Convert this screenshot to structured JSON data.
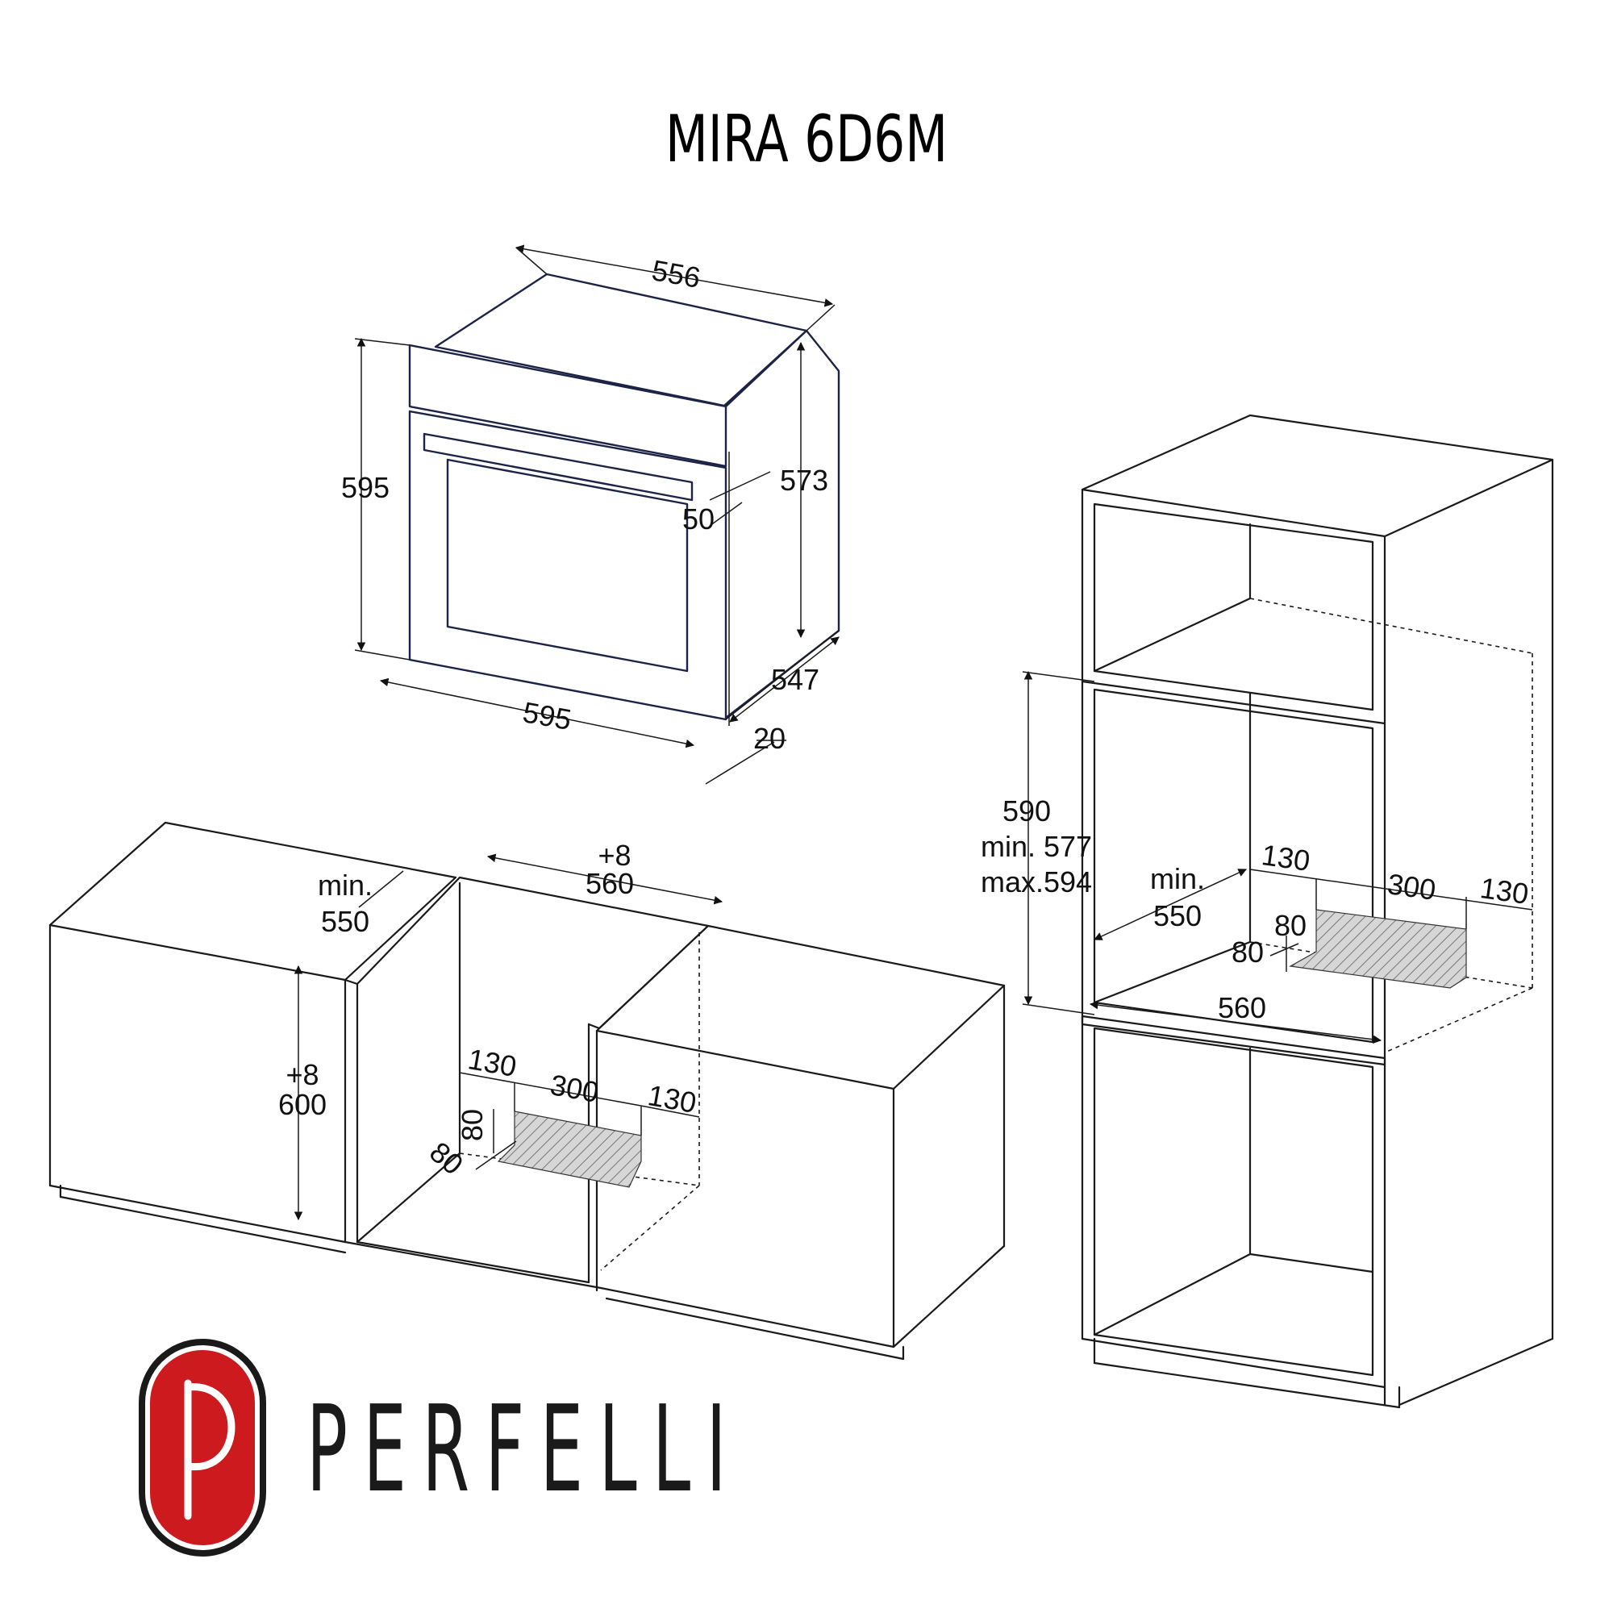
{
  "title": "MIRA 6D6M",
  "brand": {
    "name": "PERFELLI",
    "logo_letter": "P",
    "colors": {
      "red": "#cc1a1f",
      "dark": "#1a1a1a",
      "white": "#ffffff"
    }
  },
  "oven": {
    "depth_top": "556",
    "height": "595",
    "height_body": "573",
    "handle": "50",
    "width": "595",
    "depth_body": "547",
    "front": "20"
  },
  "base_install": {
    "min": "min.",
    "depth": "550",
    "tol_w": "+8",
    "width": "560",
    "tol_h": "+8",
    "height": "600",
    "vent_side_left": "130",
    "vent_width": "300",
    "vent_side_right": "130",
    "vent_h": "80",
    "vent_d": "80"
  },
  "tall_install": {
    "height": "590",
    "height_min": "min. 577",
    "height_max": "max.594",
    "min": "min.",
    "depth": "550",
    "vent_side_left": "130",
    "vent_width": "300",
    "vent_side_right": "130",
    "vent_h": "80",
    "vent_d": "80",
    "width": "560"
  }
}
